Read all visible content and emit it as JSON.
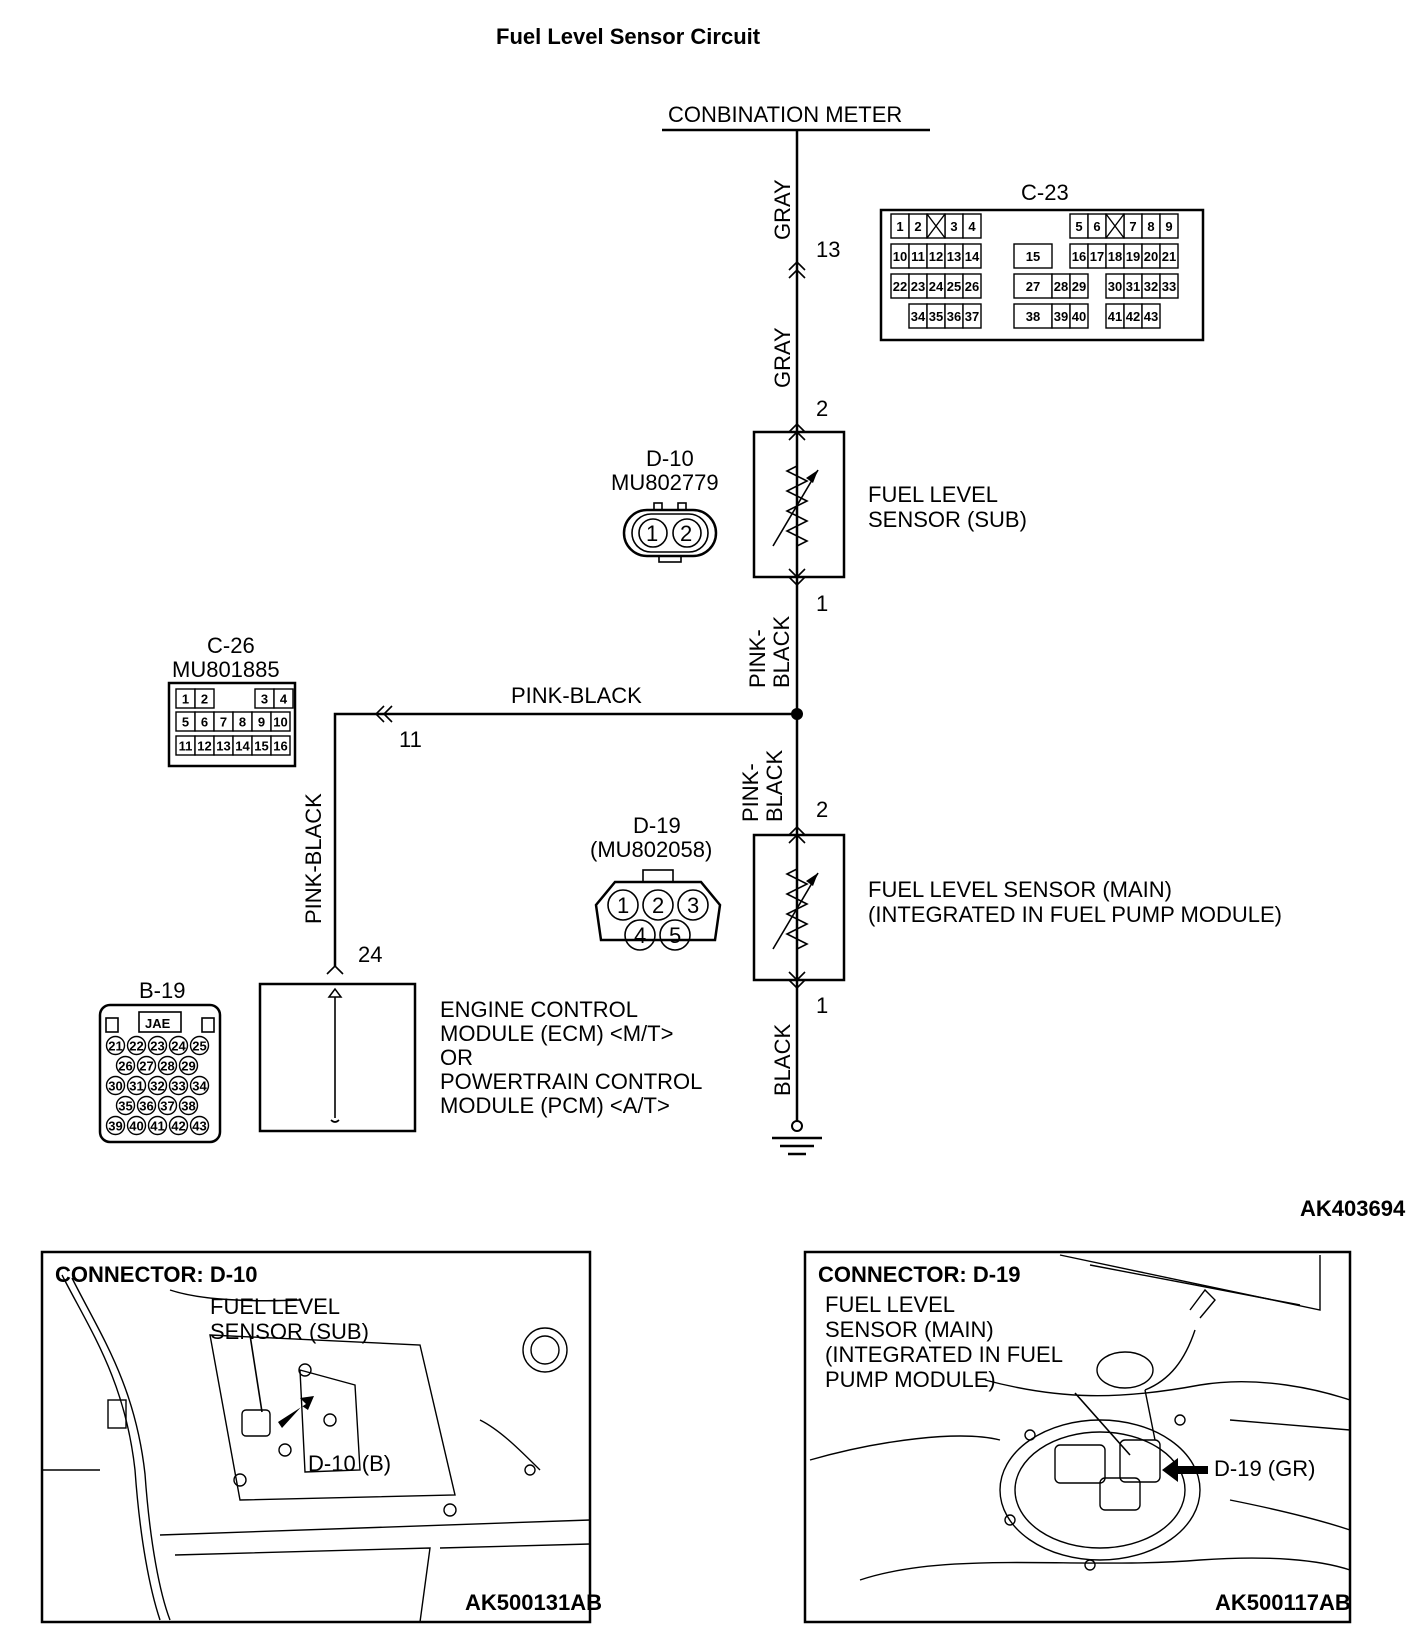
{
  "title": "Fuel Level Sensor Circuit",
  "combination_meter": "CONBINATION METER",
  "wires": {
    "gray_upper": "GRAY",
    "gray_lower": "GRAY",
    "pink_black_sub_1": "PINK-",
    "pink_black_sub_2": "BLACK",
    "pink_black_main_1": "PINK-",
    "pink_black_main_2": "BLACK",
    "pink_black_horizontal": "PINK-BLACK",
    "pink_black_vertical": "PINK-BLACK",
    "black": "BLACK"
  },
  "terminals": {
    "meter": "13",
    "sub_top": "2",
    "sub_bottom": "1",
    "ecm_c26": "11",
    "main_top": "2",
    "main_bottom": "1",
    "ecm_b19": "24"
  },
  "components": {
    "sub_sensor_1": "FUEL LEVEL",
    "sub_sensor_2": "SENSOR (SUB)",
    "main_sensor_1": "FUEL LEVEL SENSOR (MAIN)",
    "main_sensor_2": "(INTEGRATED IN FUEL PUMP MODULE)",
    "ecm_1": "ENGINE CONTROL",
    "ecm_2": "MODULE (ECM) <M/T>",
    "ecm_3": "OR",
    "ecm_4": "POWERTRAIN CONTROL",
    "ecm_5": "MODULE (PCM) <A/T>"
  },
  "connectors": {
    "c23": {
      "label": "C-23",
      "row1": [
        "1",
        "2",
        "3",
        "4",
        "5",
        "6",
        "7",
        "8",
        "9"
      ],
      "row2": [
        "10",
        "11",
        "12",
        "13",
        "14",
        "15",
        "16",
        "17",
        "18",
        "19",
        "20",
        "21"
      ],
      "row3": [
        "22",
        "23",
        "24",
        "25",
        "26",
        "27",
        "28",
        "29",
        "30",
        "31",
        "32",
        "33"
      ],
      "row4": [
        "34",
        "35",
        "36",
        "37",
        "38",
        "39",
        "40",
        "41",
        "42",
        "43"
      ]
    },
    "d10": {
      "label": "D-10",
      "part": "MU802779",
      "pins": [
        "1",
        "2"
      ]
    },
    "c26": {
      "label": "C-26",
      "part": "MU801885",
      "row1": [
        "1",
        "2",
        "3",
        "4"
      ],
      "row2": [
        "5",
        "6",
        "7",
        "8",
        "9",
        "10"
      ],
      "row3": [
        "11",
        "12",
        "13",
        "14",
        "15",
        "16"
      ]
    },
    "d19": {
      "label": "D-19",
      "part": "(MU802058)",
      "pins": [
        "1",
        "2",
        "3",
        "4",
        "5"
      ]
    },
    "b19": {
      "label": "B-19",
      "maker": "JAE",
      "row1": [
        "21",
        "22",
        "23",
        "24",
        "25"
      ],
      "row2": [
        "26",
        "27",
        "28",
        "29"
      ],
      "row3": [
        "30",
        "31",
        "32",
        "33",
        "34"
      ],
      "row4": [
        "35",
        "36",
        "37",
        "38"
      ],
      "row5": [
        "39",
        "40",
        "41",
        "42",
        "43"
      ]
    }
  },
  "figure_code": "AK403694",
  "panel_left": {
    "title": "CONNECTOR: D-10",
    "label_1": "FUEL LEVEL",
    "label_2": "SENSOR (SUB)",
    "pointer": "D-10 (B)",
    "code": "AK500131AB"
  },
  "panel_right": {
    "title": "CONNECTOR: D-19",
    "label_1": "FUEL LEVEL",
    "label_2": "SENSOR (MAIN)",
    "label_3": "(INTEGRATED IN FUEL",
    "label_4": "PUMP MODULE)",
    "pointer": "D-19 (GR)",
    "code": "AK500117AB"
  }
}
